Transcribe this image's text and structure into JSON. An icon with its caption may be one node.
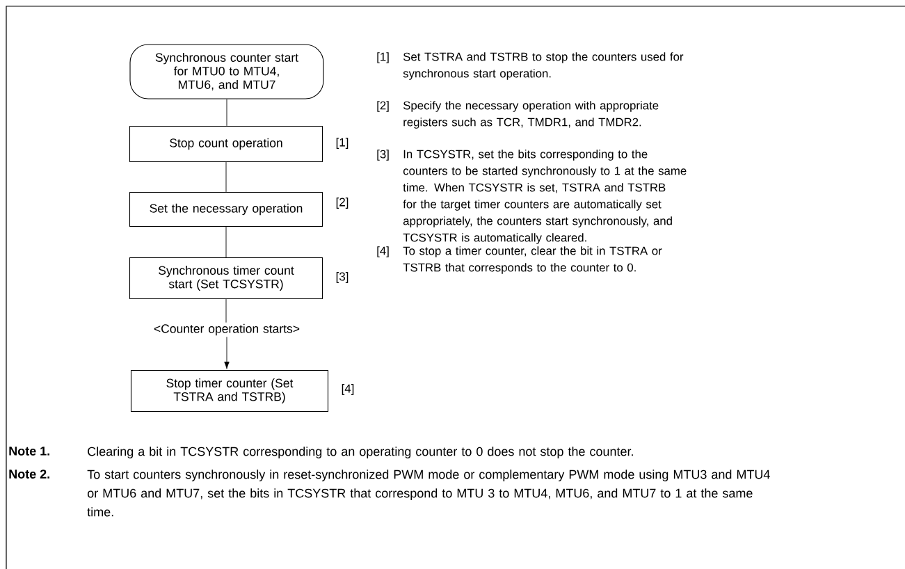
{
  "diagram": {
    "nodes": [
      {
        "text": [
          "Synchronous counter start for MTU0 to MTU4, MTU6, and MTU7"
        ]
      },
      {
        "text": [
          "Stop count operation"
        ],
        "beside": [
          "[1]"
        ]
      },
      {
        "text": [
          "Set the necessary operation"
        ],
        "beside": [
          "[2]"
        ]
      },
      {
        "text": [
          "Synchronous timer count start (Set TCSYSTR)"
        ],
        "beside": [
          "[3]"
        ]
      },
      {
        "text": [
          "<Counter operation starts>"
        ]
      },
      {
        "text": [
          "Stop timer counter (Set TSTRA and TSTRB)"
        ],
        "beside": [
          "[4]"
        ]
      }
    ],
    "edges": [
      {
        "from": 0,
        "to": 1,
        "arrow": "none"
      },
      {
        "from": 1,
        "to": 2,
        "arrow": "none"
      },
      {
        "from": 2,
        "to": 3,
        "arrow": "none"
      },
      {
        "from": 3,
        "to": 4,
        "arrow": "none"
      },
      {
        "from": 4,
        "to": 5,
        "arrow": "to"
      }
    ],
    "labels": [
      "[1]",
      "Set TSTRA and TSTRB to stop the counters used for synchronous start operation.",
      "[2]",
      "Specify the necessary operation with appropriate registers such as TCR, TMDR1, and TMDR2.",
      "[3]",
      "In TCSYSTR, set the bits corresponding to the counters to be started synchronously to 1 at the same time. When TCSYSTR is set, TSTRA and TSTRB for the target timer counters are automatically set appropriately, the counters start synchronously, and TCSYSTR is automatically cleared.",
      "[4]",
      "To stop a timer counter, clear the bit in TSTRA or TSTRB that corresponds to the counter to 0.",
      "Note 1.",
      "Clearing a bit in TCSYSTR corresponding to an operating counter to 0 does not stop the counter.",
      "Note 2.",
      "To start counters synchronously in reset-synchronized PWM mode or complementary PWM mode using MTU3 and MTU4 or MTU6 and MTU7, set the bits in TCSYSTR that correspond to MTU 3 to MTU4, MTU6, and MTU7 to 1 at the same time."
    ]
  }
}
